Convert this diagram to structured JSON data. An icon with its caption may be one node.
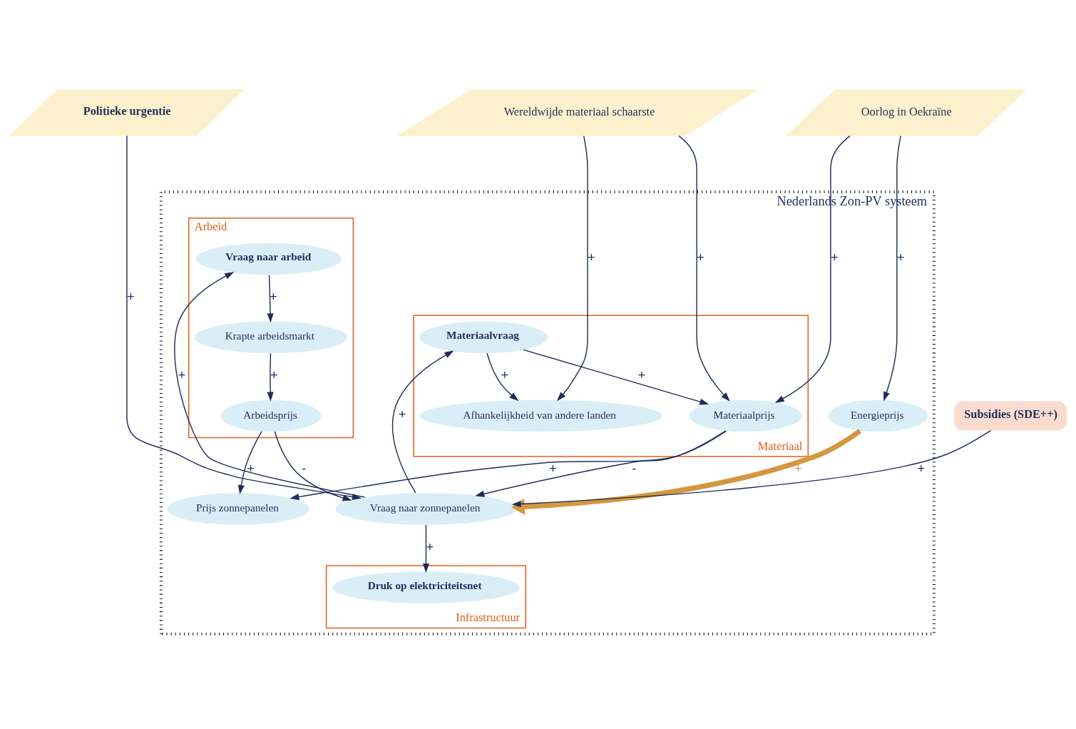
{
  "diagram": {
    "nodes": [
      {
        "text": [
          "Nederlands Zon-PV systeem"
        ]
      },
      {
        "text": [
          "Politieke urgentie"
        ]
      },
      {
        "text": [
          "Oorlog in Oekraïne"
        ]
      },
      {
        "text": [
          "Wereldwijde materiaal schaarste"
        ]
      },
      {
        "text": [
          "Subsidies (SDE++)"
        ]
      },
      {
        "text": [
          "Energieprijs"
        ],
        "in": 0
      },
      {
        "text": [
          "Materiaal"
        ],
        "in": 0
      },
      {
        "text": [
          "Materiaalprijs"
        ],
        "in": 6
      },
      {
        "text": [
          "Afhankelijkheid van andere landen"
        ],
        "in": 6
      },
      {
        "text": [
          "Materiaalvraag"
        ],
        "in": 6
      },
      {
        "text": [
          "Vraag naar zonnepanelen"
        ],
        "in": 0
      },
      {
        "text": [
          "Prijs zonnepanelen"
        ],
        "in": 0
      },
      {
        "text": [
          "Arbeid"
        ],
        "in": 0
      },
      {
        "text": [
          "Arbeidsprijs"
        ],
        "in": 12
      },
      {
        "text": [
          "Vraag naar arbeid"
        ],
        "in": 12
      },
      {
        "text": [
          "Krapte arbeidsmarkt"
        ],
        "in": 12
      },
      {
        "text": [
          "Infrastructuur"
        ],
        "in": 0
      },
      {
        "text": [
          "Druk op elektriciteitsnet"
        ],
        "in": 16
      }
    ],
    "edges": [
      {
        "from": 1,
        "to": 10,
        "arrow": "to",
        "label": "+"
      },
      {
        "from": 2,
        "to": 5,
        "arrow": "to",
        "label": "+"
      },
      {
        "from": 2,
        "to": 7,
        "arrow": "to",
        "label": "+"
      },
      {
        "from": 3,
        "to": 7,
        "arrow": "to",
        "label": "+"
      },
      {
        "from": 3,
        "to": 8,
        "arrow": "to",
        "label": "+"
      },
      {
        "from": 5,
        "to": 10,
        "arrow": "to",
        "label": "+",
        "style": "thick",
        "color": "#d4973f"
      },
      {
        "from": 7,
        "to": 10,
        "arrow": "to",
        "label": "-"
      },
      {
        "from": 10,
        "to": 9,
        "arrow": "to",
        "label": "+"
      },
      {
        "from": 9,
        "to": 7,
        "arrow": "to",
        "label": "+"
      },
      {
        "from": 9,
        "to": 8,
        "arrow": "to",
        "label": "+"
      },
      {
        "from": 7,
        "to": 11,
        "arrow": "to",
        "label": "+"
      },
      {
        "from": 4,
        "to": 10,
        "arrow": "to",
        "label": "+"
      },
      {
        "from": 10,
        "to": 14,
        "arrow": "to",
        "label": "+"
      },
      {
        "from": 13,
        "to": 10,
        "arrow": "to",
        "label": "-"
      },
      {
        "from": 13,
        "to": 11,
        "arrow": "to",
        "label": "+"
      },
      {
        "from": 15,
        "to": 13,
        "arrow": "to",
        "label": "+"
      },
      {
        "from": 14,
        "to": 15,
        "arrow": "to",
        "label": "+"
      },
      {
        "from": 10,
        "to": 17,
        "arrow": "to",
        "label": "+"
      }
    ]
  }
}
